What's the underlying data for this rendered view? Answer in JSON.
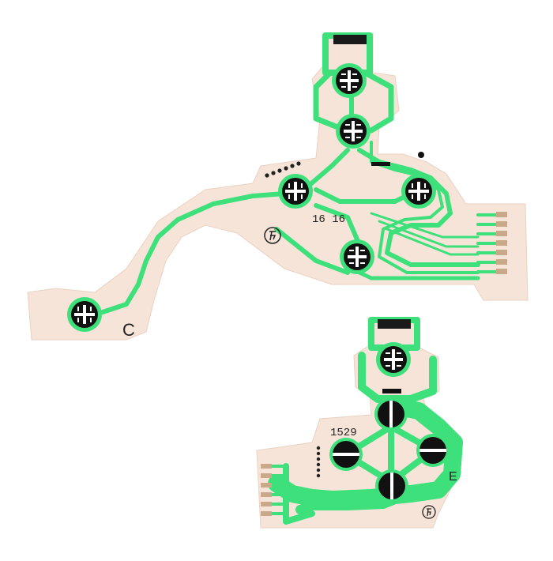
{
  "photo": {
    "colors": {
      "background": "#ffffff",
      "film": "#f6e4d8",
      "trace": "#3de07a",
      "trace_dark": "#25b95a",
      "pad_ink": "#111111",
      "connector": "#1a1a1a",
      "contact": "#c9a98a"
    },
    "top_membrane": {
      "variant_letter": "C",
      "part_code": "16 16"
    },
    "bottom_membrane": {
      "variant_letter": "E",
      "part_code": "1529"
    }
  }
}
